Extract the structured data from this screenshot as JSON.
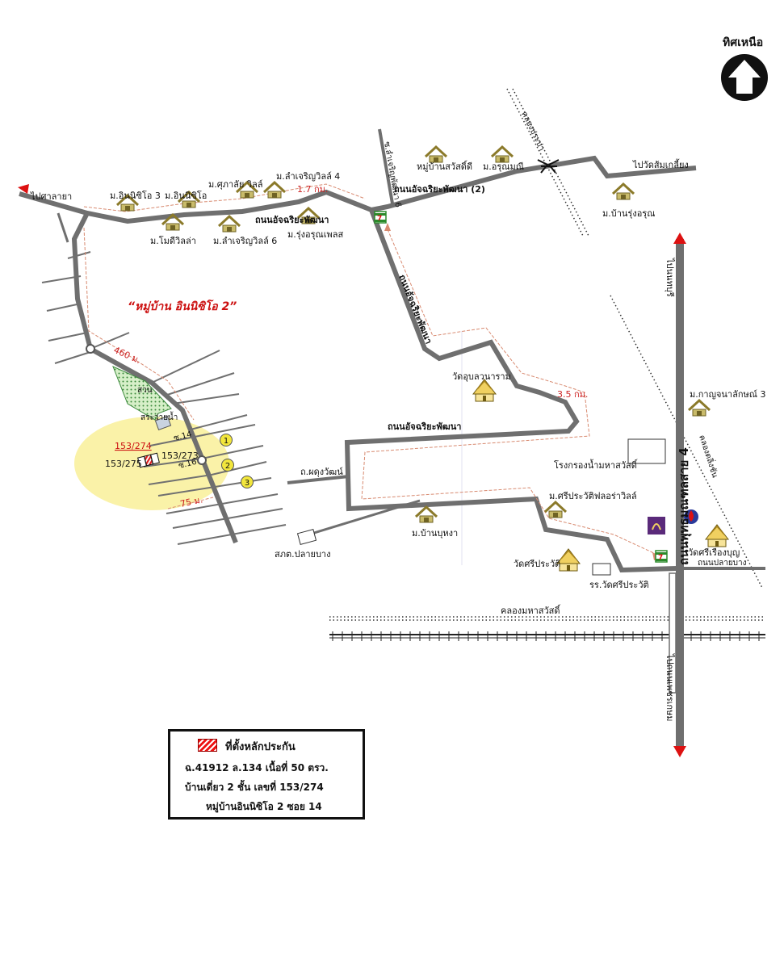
{
  "north_label": "ทิศเหนือ",
  "village_title": "“หมู่บ้าน อินนิซิโอ 2”",
  "roads": {
    "main_north": "ถนนอัจฉริยะพัฒนา",
    "main_north_2": "ถนนอัจฉริยะพัฒนา (2)",
    "main_vertical": "ถนนอัจฉริยะพัฒนา",
    "main_south": "ถนนอัจฉริยะพัฒนา",
    "soi6": "ซ.ลำเจริญพัฒนา 6",
    "phutthamonthon": "ถนนพุทธมณฑลสาย 4",
    "pin_klao_top": "ไปนนทบุรี",
    "pin_klao_bottom": "ไปถนนเพชรเกษม",
    "pha_dung": "ถ.ผดุงวัฒน์",
    "plai_bang": "ถนนปลายบาง",
    "khlong_prapa": "คลองประปา",
    "khlong_mahasawat": "คลองมหาสวัสดิ์",
    "khlong_talingchan": "คลองตลิ่งชัน"
  },
  "directions": {
    "to_salaya": "ไปศาลายา",
    "to_wat_sam_kliang": "ไปวัดส้มเกลี้ยง"
  },
  "places": {
    "inizio3": "ม.อินนิซิโอ 3",
    "inizio": "ม.อินนิซิโอ",
    "supalai": "ม.ศุภาลัย วิลล์",
    "lamcharoen4": "ม.ลำเจริญวิลล์ 4",
    "moddy": "ม.โมดีวิลล่า",
    "lamcharoen6": "ม.ลำเจริญวิลล์ 6",
    "rungarun_place": "ม.รุ่งอรุณเพลส",
    "sawatdee": "หมู่บ้านสวัสดิ์ดี",
    "arunmanee": "ม.อรุณมณี",
    "rungarun": "ม.บ้านรุ่งอรุณ",
    "wat_ubon": "วัดอุบลวนาราม",
    "kanchana": "ม.กาญจนาลักษณ์ 3",
    "water_plant": "โรงกรองน้ำมหาสวัสดิ์",
    "siprawat_floral": "ม.ศรีประวัติฟลอร่าวิลล์",
    "bua_ha": "ม.บ้านบุหงา",
    "wat_siprawat": "วัดศรีประวัติ",
    "school_siprawat": "รร.วัดศรีประวัติ",
    "wat_sirueang": "วัดศรีเรืองบุญ",
    "police": "สภต.ปลายบาง",
    "park": "สวน",
    "pool": "สระว่ายน้ำ"
  },
  "distances": {
    "d1": "1.7 กม.",
    "d2": "3.5 กม.",
    "d3": "460 ม.",
    "d4": "75 ม."
  },
  "soi_labels": {
    "s14": "ซ.14",
    "s16": "ซ.16"
  },
  "plots": {
    "target": "153/274",
    "left": "153/275",
    "right": "153/273"
  },
  "markers": [
    "1",
    "2",
    "3"
  ],
  "legend": {
    "title": "ที่ตั้งหลักประกัน",
    "line1": "ฉ.41912  ล.134  เนื้อที่ 50 ตรว.",
    "line2": "บ้านเดี่ยว 2 ชั้น  เลขที่ 153/274",
    "line3": "หมู่บ้านอินนิซิโอ 2  ซอย 14"
  },
  "colors": {
    "road": "#6f6f6f",
    "route": "#d88a70",
    "highlight": "#faf2a8",
    "marker": "#f2e63c",
    "target": "#e02020",
    "house": "#8b7a2a",
    "arrow": "#dd1111"
  },
  "icons": [
    "north-arrow-icon",
    "house-icon",
    "temple-icon",
    "seven-eleven-icon",
    "bank-icon",
    "gas-station-icon",
    "bridge-icon"
  ]
}
